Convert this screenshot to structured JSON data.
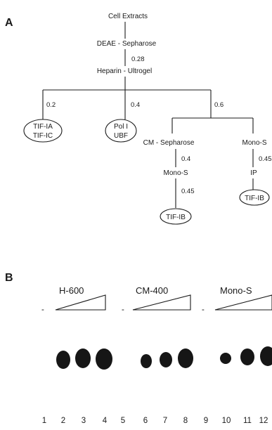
{
  "panel_a": {
    "letter": "A",
    "steps": {
      "cell_extracts": "Cell Extracts",
      "deae": "DEAE - Sepharose",
      "deae_salt": "0.28",
      "heparin": "Heparin - Ultrogel"
    },
    "branches": {
      "left": {
        "salt": "0.2",
        "product_line1": "TIF-IA",
        "product_line2": "TIF-IC"
      },
      "middle": {
        "salt": "0.4",
        "product_line1": "Pol I",
        "product_line2": "UBF"
      },
      "right_a": {
        "salt": "0.6",
        "column1": "CM - Sepharose",
        "column1_salt": "0.4",
        "column2": "Mono-S",
        "column2_salt": "0.45",
        "product": "TIF-IB"
      },
      "right_b": {
        "column1": "Mono-S",
        "column1_salt": "0.45",
        "column2": "IP",
        "product": "TIF-IB"
      }
    }
  },
  "panel_b": {
    "letter": "B",
    "groups": [
      {
        "label": "H-600",
        "minus": "-"
      },
      {
        "label": "CM-400",
        "minus": "-"
      },
      {
        "label": "Mono-S",
        "minus": "-"
      }
    ],
    "lanes": [
      "1",
      "2",
      "3",
      "4",
      "5",
      "6",
      "7",
      "8",
      "9",
      "10",
      "11",
      "12"
    ]
  }
}
